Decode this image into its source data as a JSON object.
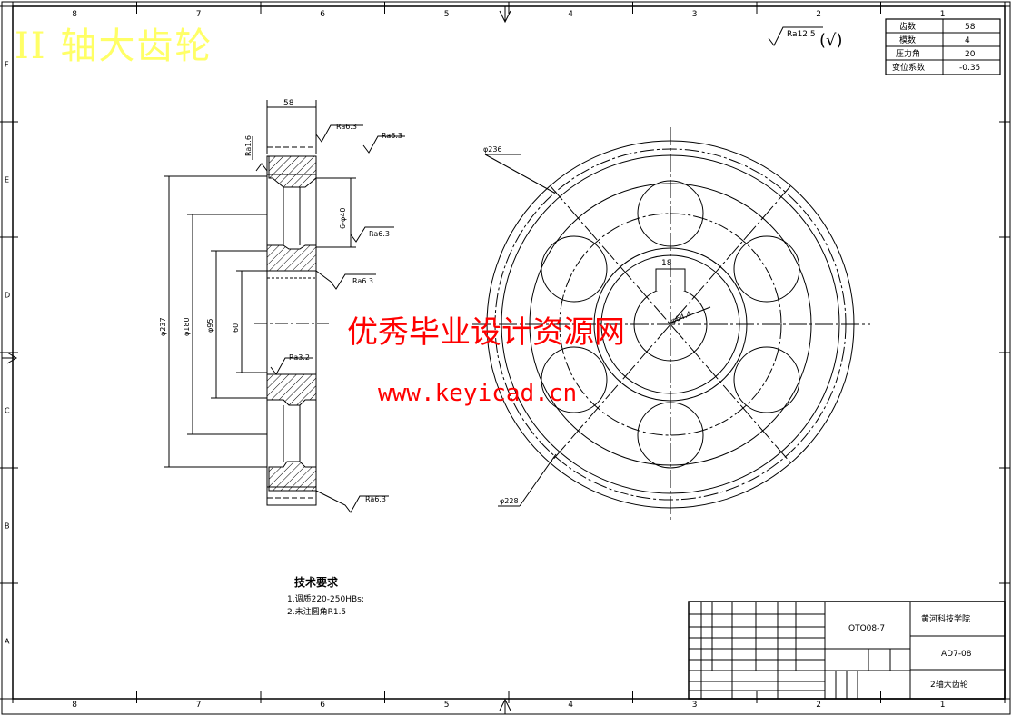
{
  "watermark": {
    "title": "II 轴大齿轮",
    "site_name": "优秀毕业设计资源网",
    "url": "www.keyicad.cn"
  },
  "border": {
    "top_zones": [
      "8",
      "7",
      "6",
      "5",
      "4",
      "3",
      "2",
      "1"
    ],
    "bottom_zones": [
      "8",
      "7",
      "6",
      "5",
      "4",
      "3",
      "2",
      "1"
    ],
    "left_zones": [
      "F",
      "E",
      "D",
      "C",
      "B",
      "A"
    ]
  },
  "params_table": {
    "rows": [
      {
        "label": "齿数",
        "value": "58"
      },
      {
        "label": "模数",
        "value": "4"
      },
      {
        "label": "压力角",
        "value": "20"
      },
      {
        "label": "变位系数",
        "value": "-0.35"
      }
    ]
  },
  "roughness_general": {
    "value": "Ra12.5",
    "other": "(√)"
  },
  "section_view": {
    "width_dim": "58",
    "dims": {
      "d_tip": "φ237",
      "d_1": "φ180",
      "d_2": "φ95",
      "d_bore": "60"
    },
    "roughness": [
      "Ra6.3",
      "Ra6.3",
      "Ra6.3",
      "Ra6.3",
      "Ra3.2",
      "Ra6.3"
    ],
    "side_label": "Ra1.6",
    "holes_label": "6-φ40"
  },
  "front_view": {
    "d_tip_label": "φ236",
    "d_root_label": "φ228",
    "keyway_label": "18",
    "bore_label": "φ64.4"
  },
  "tech_requirements": {
    "title": "技术要求",
    "items": [
      "1.调质220-250HBs;",
      "2.未注圆角R1.5"
    ]
  },
  "title_block": {
    "drawing_no": "QTQ08-7",
    "school": "黄河科技学院",
    "class": "AD7-08",
    "part_name": "2轴大齿轮"
  }
}
